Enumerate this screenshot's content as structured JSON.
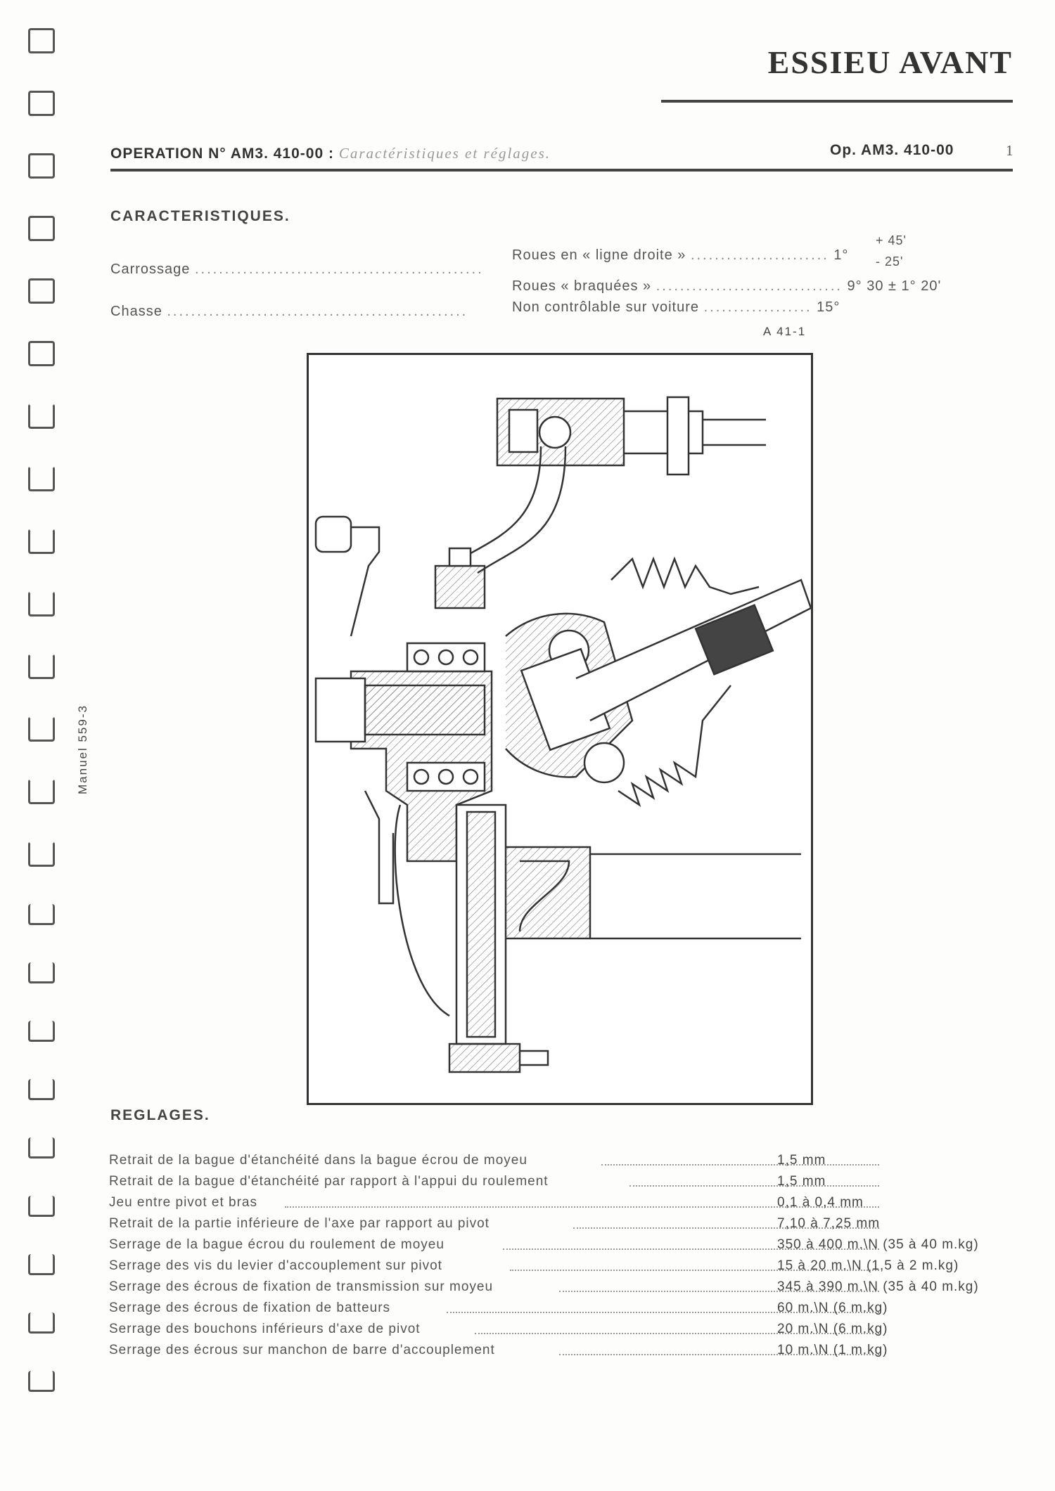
{
  "header": {
    "title": "ESSIEU AVANT",
    "operation_prefix": "OPERATION N° AM3. 410-00 :",
    "operation_subject": "Caractéristiques et réglages.",
    "operation_ref": "Op. AM3. 410-00",
    "page_number": "1"
  },
  "caracteristiques": {
    "title": "CARACTERISTIQUES.",
    "carrossage_label": "Carrossage",
    "roues_ligne_droite": "Roues en « ligne droite »",
    "roues_ligne_droite_value": "1°",
    "tol_plus": "+ 45'",
    "tol_minus": "- 25'",
    "roues_braquees": "Roues « braquées »",
    "roues_braquees_value": "9° 30 ± 1° 20'",
    "chasse_label": "Chasse",
    "chasse_desc": "Non contrôlable sur voiture",
    "chasse_value": "15°"
  },
  "figure": {
    "label": "A 41-1"
  },
  "side_note": "Manuel 559-3",
  "reglages": {
    "title": "REGLAGES.",
    "rows": [
      {
        "label": "Retrait de la bague d'étanchéité dans la bague écrou de moyeu",
        "value": "1,5 mm"
      },
      {
        "label": "Retrait de la bague d'étanchéité par rapport à l'appui du roulement",
        "value": "1,5 mm"
      },
      {
        "label": "Jeu entre pivot et bras",
        "value": "0,1 à 0,4 mm"
      },
      {
        "label": "Retrait de la partie inférieure de l'axe par rapport au pivot",
        "value": "7,10 à 7,25 mm"
      },
      {
        "label": "Serrage de la bague écrou du roulement de moyeu",
        "value": "350 à 400 m.\\N (35 à 40 m.kg)"
      },
      {
        "label": "Serrage des vis du levier d'accouplement sur pivot",
        "value": "15 à 20 m.\\N (1,5 à 2 m.kg)"
      },
      {
        "label": "Serrage des écrous de fixation de transmission sur moyeu",
        "value": "345 à 390 m.\\N (35 à 40 m.kg)"
      },
      {
        "label": "Serrage des écrous de fixation de batteurs",
        "value": "60 m.\\N (6 m.kg)"
      },
      {
        "label": "Serrage des bouchons inférieurs d'axe de pivot",
        "value": "20 m.\\N (6 m.kg)"
      },
      {
        "label": "Serrage des écrous sur manchon de barre d'accouplement",
        "value": "10 m.\\N (1 m.kg)"
      }
    ]
  }
}
